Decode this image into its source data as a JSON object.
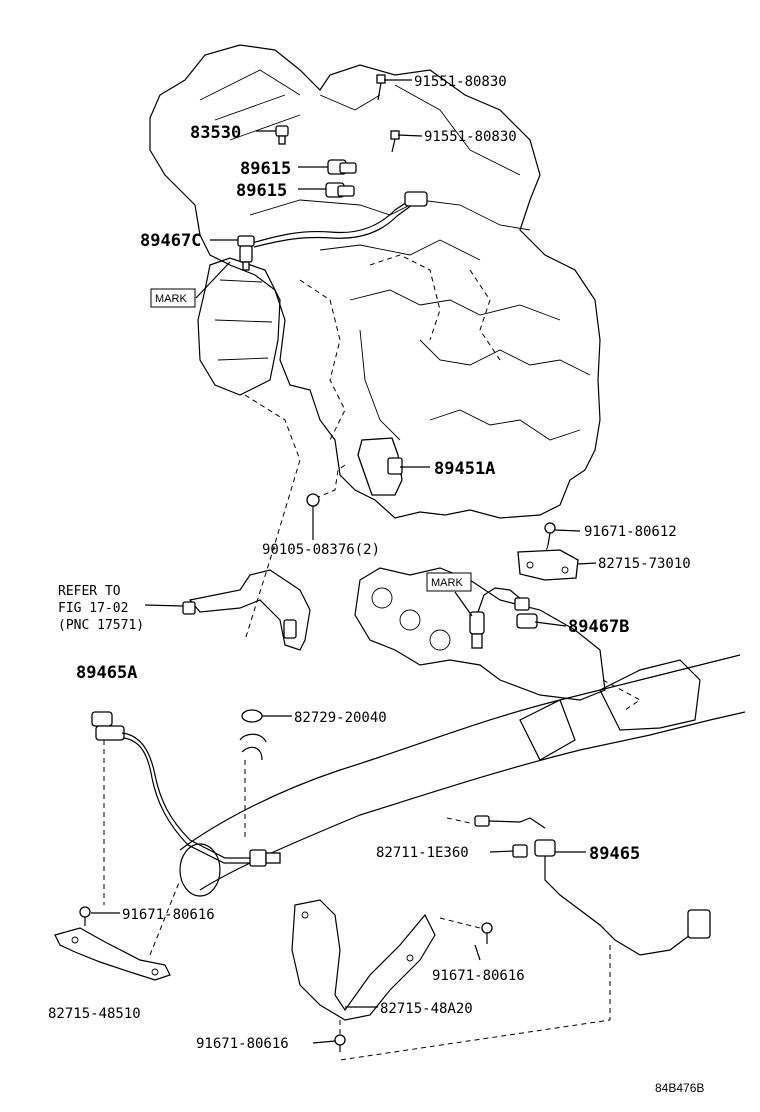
{
  "labels": {
    "p91551_a": "91551-80830",
    "p91551_b": "91551-80830",
    "p83530": "83530",
    "p89615_a": "89615",
    "p89615_b": "89615",
    "p89467C": "89467C",
    "mark_upper": "MARK",
    "p89451A": "89451A",
    "p90105": "90105-08376(2)",
    "p91671_80612": "91671-80612",
    "p82715_73010": "82715-73010",
    "refer_line1": "REFER TO",
    "refer_line2": "FIG 17-02",
    "refer_line3": "(PNC 17571)",
    "mark_lower": "MARK",
    "p89467B": "89467B",
    "p89465A": "89465A",
    "p82729": "82729-20040",
    "p82711": "82711-1E360",
    "p89465": "89465",
    "p91671_left": "91671-80616",
    "p82715_48510": "82715-48510",
    "p91671_mid": "91671-80616",
    "p82715_48A20": "82715-48A20",
    "p91671_bottom": "91671-80616",
    "ref_code": "84B476B"
  }
}
